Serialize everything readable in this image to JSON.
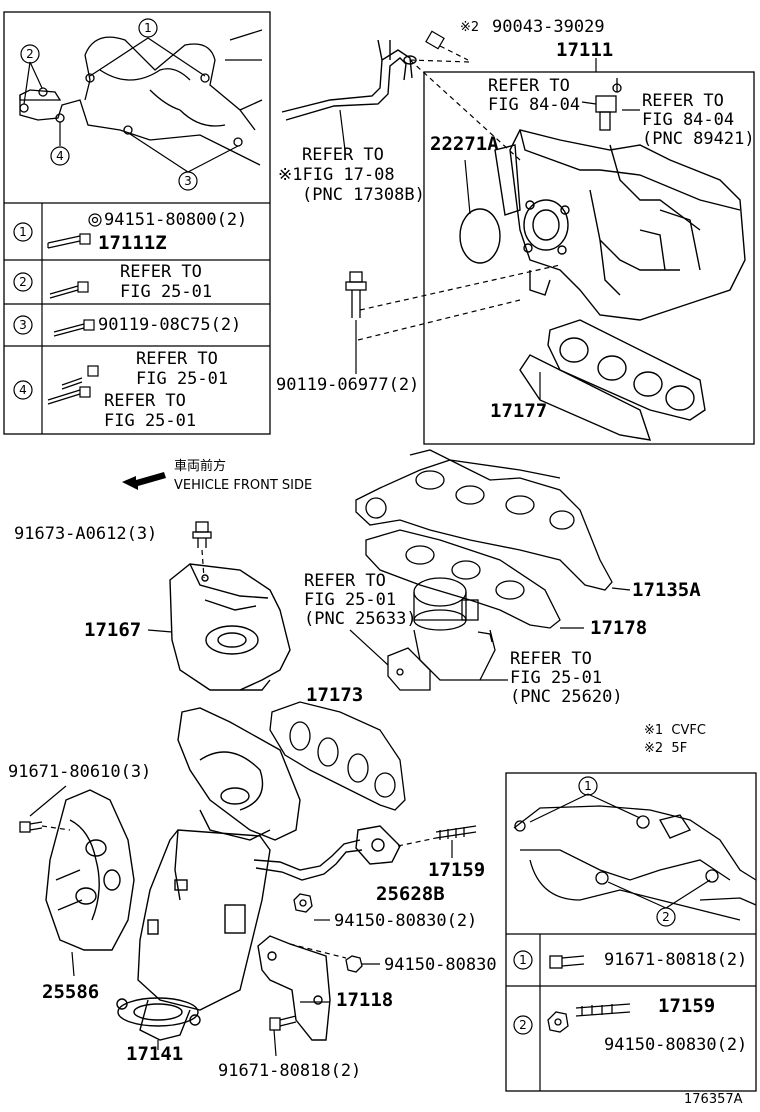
{
  "inset_top": {
    "circles": [
      "1",
      "2",
      "3",
      "4"
    ],
    "rows": [
      {
        "idx": "1",
        "a": "94151-80800(2)",
        "b": "17111Z"
      },
      {
        "idx": "2",
        "a": "REFER TO",
        "b": "FIG 25-01"
      },
      {
        "idx": "3",
        "a": "90119-08C75(2)"
      },
      {
        "idx": "4",
        "a": "REFER TO",
        "b": "FIG 25-01",
        "c": "REFER TO",
        "d": "FIG 25-01"
      }
    ]
  },
  "labels": {
    "p90043": "90043-39029",
    "mark2": "※2",
    "p17111": "17111",
    "refer_8404a": "REFER TO\nFIG 84-04",
    "refer_8404b": "REFER TO\nFIG 84-04\n(PNC 89421)",
    "refer_1708_a": "REFER TO",
    "refer_1708_b": "※1FIG 17-08",
    "refer_1708_c": "(PNC 17308B)",
    "p22271A": "22271A",
    "p90119_06977": "90119-06977(2)",
    "p17177": "17177",
    "front_jp": "車両前方",
    "front_en": "VEHICLE FRONT SIDE",
    "p91673": "91673-A0612(3)",
    "refer_2501_pnc25633": "REFER TO\nFIG 25-01\n(PNC 25633)",
    "p17135A": "17135A",
    "p17178": "17178",
    "p17167": "17167",
    "refer_2501_pnc25620": "REFER TO\nFIG 25-01\n(PNC 25620)",
    "p17173": "17173",
    "note1": "※1  CVFC",
    "note2": "※2  5F",
    "p91671_80610": "91671-80610(3)",
    "p17159": "17159",
    "p25628B": "25628B",
    "p94150_80830_2": "94150-80830(2)",
    "p94150_80830": "94150-80830",
    "p25586": "25586",
    "p17118": "17118",
    "p17141": "17141",
    "p91671_80818_2": "91671-80818(2)",
    "code": "176357A"
  },
  "inset_bottom": {
    "circles": [
      "1",
      "2"
    ],
    "rows": [
      {
        "idx": "1",
        "a": "91671-80818(2)"
      },
      {
        "idx": "2",
        "a": "17159",
        "b": "94150-80830(2)"
      }
    ]
  }
}
